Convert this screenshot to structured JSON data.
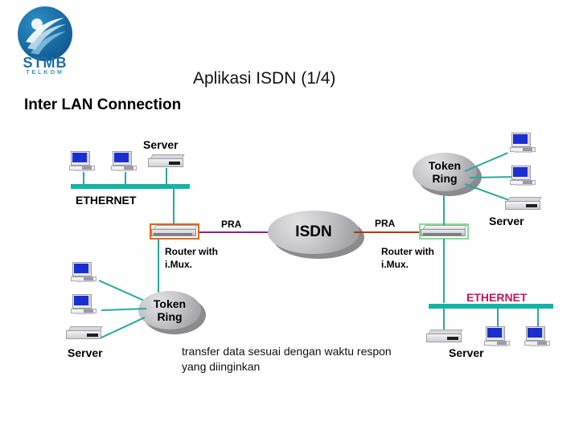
{
  "slide": {
    "title": "Aplikasi ISDN (1/4)",
    "subtitle": "Inter LAN Connection",
    "caption_line1": "transfer data sesuai dengan waktu respon",
    "caption_line2": "yang diinginkan"
  },
  "logo": {
    "name": "STMB",
    "sub": "TELKOM"
  },
  "colors": {
    "bus_teal": "#14b3a6",
    "link_teal": "#2aa8a0",
    "pra_left": "#8e1d8e",
    "pra_right": "#b03a11",
    "ethernet_bottom_label": "#c2185b",
    "logo_blue": "#1b6fa8",
    "screen_blue": "#1b2fd0",
    "cloud_gray": "#c6c6ca",
    "router_orange": "#e0671a",
    "router_green": "#7fe08a"
  },
  "labels": {
    "server_top_left": "Server",
    "ethernet_top_left": "ETHERNET",
    "token_ring_top_right": "Token\nRing",
    "token_ring_top_right_line1": "Token",
    "token_ring_top_right_line2": "Ring",
    "server_top_right": "Server",
    "isdn": "ISDN",
    "pra_left": "PRA",
    "pra_right": "PRA",
    "router_left_line1": "Router with",
    "router_left_line2": "i.Mux.",
    "router_right_line1": "Router with",
    "router_right_line2": "i.Mux.",
    "token_ring_bottom_left_line1": "Token",
    "token_ring_bottom_left_line2": "Ring",
    "server_bottom_left": "Server",
    "ethernet_bottom_right": "ETHERNET",
    "server_bottom_right": "Server"
  },
  "networks": [
    {
      "id": "ethernet-top-left",
      "type": "bus",
      "label": "ETHERNET",
      "nodes": [
        "workstation",
        "workstation",
        "server"
      ],
      "uplink": "router-left"
    },
    {
      "id": "token-ring-top-right",
      "type": "ring",
      "label": "Token Ring",
      "nodes": [
        "workstation",
        "workstation",
        "server"
      ],
      "uplink": "router-right"
    },
    {
      "id": "token-ring-bottom-left",
      "type": "ring",
      "label": "Token Ring",
      "nodes": [
        "workstation",
        "workstation",
        "server"
      ],
      "uplink": "router-left"
    },
    {
      "id": "ethernet-bottom-right",
      "type": "bus",
      "label": "ETHERNET",
      "nodes": [
        "server",
        "workstation",
        "workstation"
      ],
      "uplink": "router-right"
    }
  ],
  "core": {
    "cloud": "ISDN",
    "left_router": "Router with i.Mux.",
    "right_router": "Router with i.Mux.",
    "left_interface": "PRA",
    "right_interface": "PRA"
  }
}
